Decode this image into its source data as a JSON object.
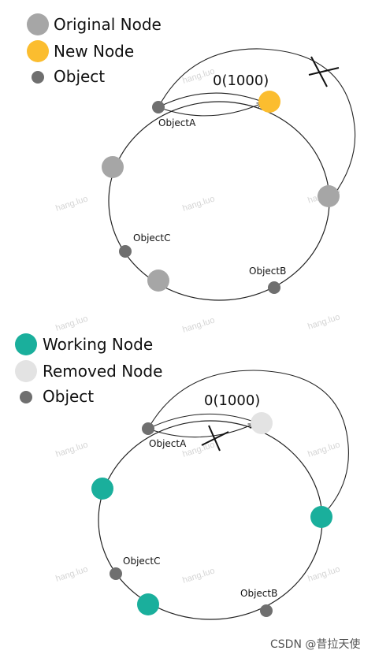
{
  "colors": {
    "original_node": "#a6a6a6",
    "new_node": "#fbbd2f",
    "object": "#6f6f6f",
    "working_node": "#1aaf9c",
    "removed_node": "#e3e3e3"
  },
  "top_diagram": {
    "legend": [
      {
        "label": "Original Node"
      },
      {
        "label": "New Node"
      },
      {
        "label": "Object"
      }
    ],
    "cost_label": "0(1000)",
    "objects": {
      "a": "ObjectA",
      "b": "ObjectB",
      "c": "ObjectC"
    }
  },
  "bottom_diagram": {
    "legend": [
      {
        "label": "Working Node"
      },
      {
        "label": "Removed Node"
      },
      {
        "label": "Object"
      }
    ],
    "cost_label": "0(1000)",
    "objects": {
      "a": "ObjectA",
      "b": "ObjectB",
      "c": "ObjectC"
    }
  },
  "watermark": "hang.luo",
  "credit": "CSDN @昔拉天使"
}
